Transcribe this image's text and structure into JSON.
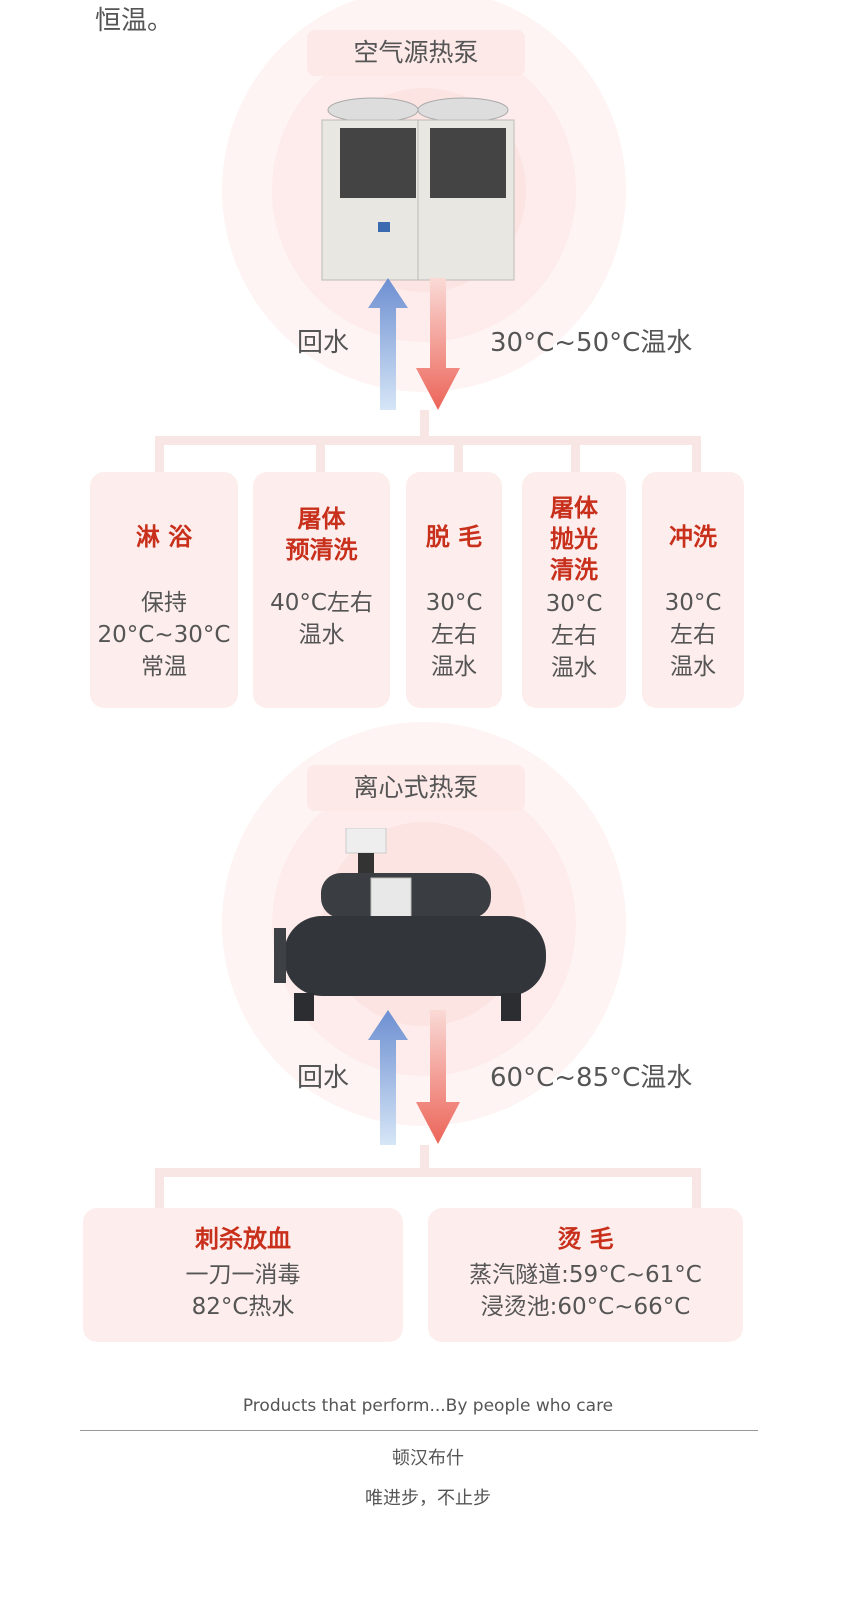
{
  "intro_tail": "恒温。",
  "section1": {
    "title": "空气源热泵",
    "return_label": "回水",
    "supply_label": "30°C~50°C温水",
    "cards": [
      {
        "title": [
          "淋 浴"
        ],
        "desc": [
          "保持",
          "20°C~30°C",
          "常温"
        ]
      },
      {
        "title": [
          "屠体",
          "预清洗"
        ],
        "desc": [
          "40°C左右",
          "温水"
        ]
      },
      {
        "title": [
          "脱 毛"
        ],
        "desc": [
          "30°C",
          "左右",
          "温水"
        ]
      },
      {
        "title": [
          "屠体",
          "抛光",
          "清洗"
        ],
        "desc": [
          "30°C",
          "左右",
          "温水"
        ]
      },
      {
        "title": [
          "冲洗"
        ],
        "desc": [
          "30°C",
          "左右",
          "温水"
        ]
      }
    ]
  },
  "section2": {
    "title": "离心式热泵",
    "return_label": "回水",
    "supply_label": "60°C~85°C温水",
    "cards": [
      {
        "title": "刺杀放血",
        "desc": [
          "一刀一消毒",
          "82°C热水"
        ]
      },
      {
        "title": "烫 毛",
        "desc": [
          "蒸汽隧道:59°C~61°C",
          "浸烫池:60°C~66°C"
        ]
      }
    ]
  },
  "footer": {
    "slogan_en": "Products that perform...By people who care",
    "brand": "顿汉布什",
    "slogan_cn": "唯进步，不止步"
  },
  "colors": {
    "accent": "#c8301c",
    "card_bg": "#fdeeed",
    "arrow_up": "#7d9fd6",
    "arrow_down": "#ef7468"
  }
}
